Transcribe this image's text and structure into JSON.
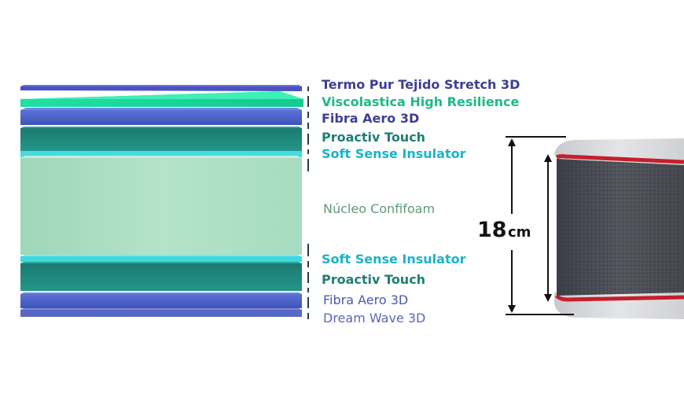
{
  "layers": [
    {
      "label": "Termo Pur Tejido Stretch 3D",
      "color": "#3d3f93"
    },
    {
      "label": "Viscolastica High Resilience",
      "color": "#1eb98a"
    },
    {
      "label": "Fibra Aero 3D",
      "color": "#3d3f93"
    },
    {
      "label": "Proactiv Touch",
      "color": "#1f7f73"
    },
    {
      "label": "Soft Sense Insulator",
      "color": "#1ab3c9"
    },
    {
      "label": "Núcleo Confifoam",
      "color": "#5f9a78"
    },
    {
      "label": "Soft Sense Insulator",
      "color": "#1ab3c9"
    },
    {
      "label": "Proactiv Touch",
      "color": "#1f7f73"
    },
    {
      "label": "Fibra Aero 3D",
      "color": "#4c57b0"
    },
    {
      "label": "Dream Wave 3D",
      "color": "#5a66b8"
    }
  ],
  "dimension": {
    "value": "18",
    "unit": "cm"
  },
  "colors": {
    "top_fabric": "#4a52c0",
    "viscoelastic": "#1fd89a",
    "fibra_aero": "#4a63c9",
    "proactiv": "#1f8a7c",
    "soft_sense": "#3fd8e0",
    "core": "#a8dcc1",
    "dream_wave": "#5868c4",
    "mattress_side": "#4a4d55",
    "mattress_piping": "#c41f2b",
    "mattress_top": "#d9dadd"
  }
}
